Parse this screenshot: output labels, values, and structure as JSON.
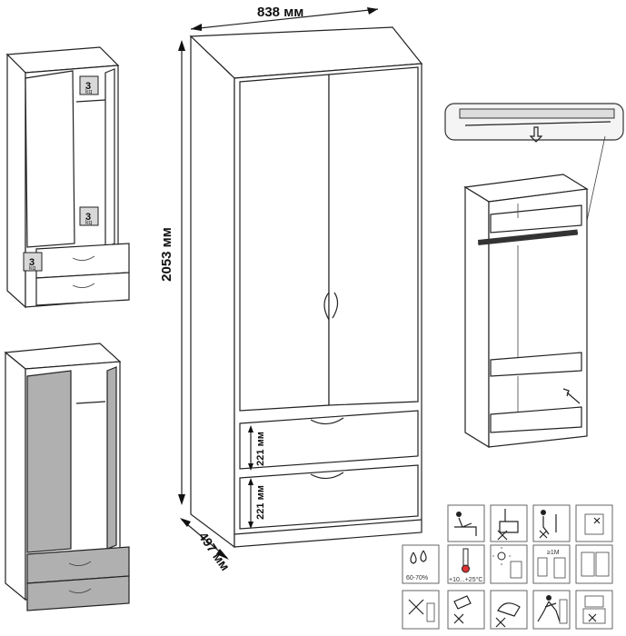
{
  "dimensions": {
    "width": "838 мм",
    "height": "2053 мм",
    "depth": "497 мм",
    "drawer_top": "221 мм",
    "drawer_bottom": "221 мм"
  },
  "weight_tags": {
    "top": "3",
    "middle": "3",
    "bottom": "3",
    "unit": "kg"
  },
  "care_icons": {
    "humidity": "60-70%",
    "temperature": "+10...+25°C",
    "distance": "≥1M"
  },
  "icon_names": [
    "do-not-climb-icon",
    "do-not-lean-icon",
    "no-heavy-load-icon",
    "no-hinge-tamper-icon",
    "humidity-icon",
    "temperature-icon",
    "no-direct-sun-icon",
    "keep-distance-heater-icon",
    "level-install-icon",
    "no-water-icon",
    "no-cleaning-chemicals-icon",
    "no-hanging-icon",
    "wall-mount-icon",
    "no-tv-on-top-icon"
  ]
}
